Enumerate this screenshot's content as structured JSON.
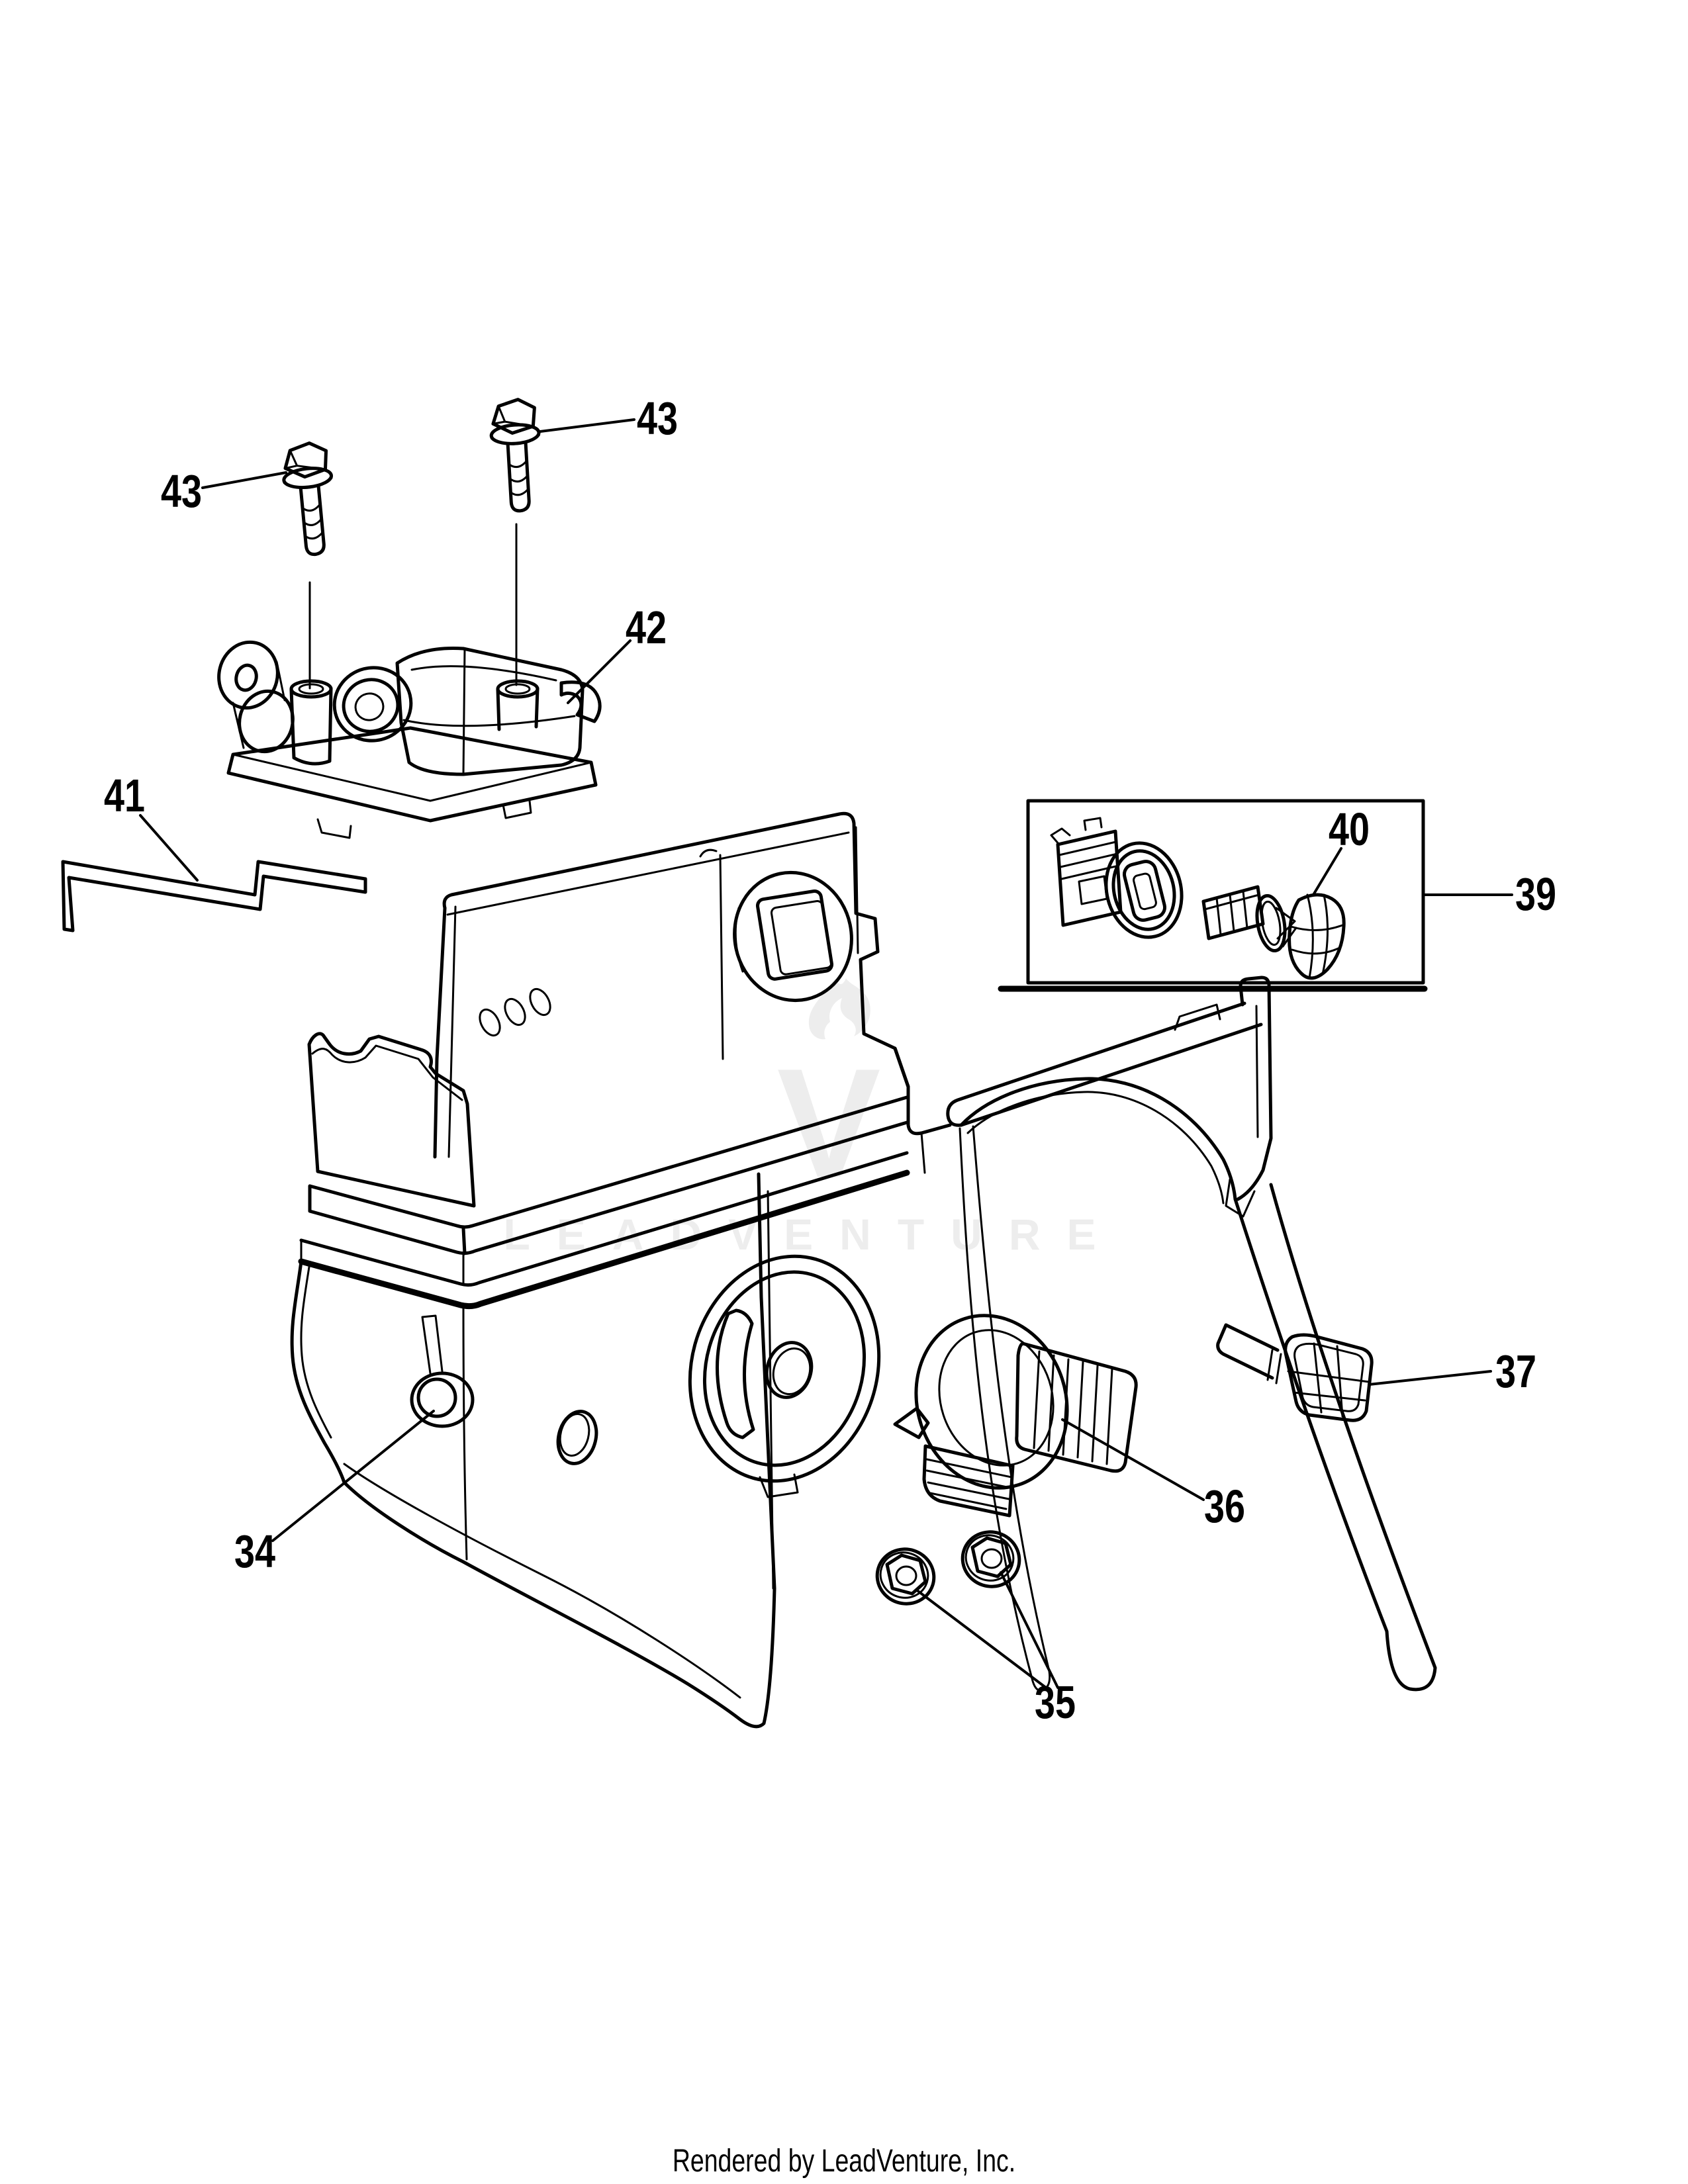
{
  "page": {
    "background": "#ffffff",
    "line_color": "#000000",
    "footer_text": "Rendered by LeadVenture, Inc."
  },
  "watermark": {
    "logo_letter": "V",
    "text": "LEADVENTURE",
    "color": "#ededed"
  },
  "callouts": {
    "c34": "34",
    "c35": "35",
    "c36": "36",
    "c37": "37",
    "c39": "39",
    "c40": "40",
    "c41": "41",
    "c42": "42",
    "c43a": "43",
    "c43b": "43"
  }
}
